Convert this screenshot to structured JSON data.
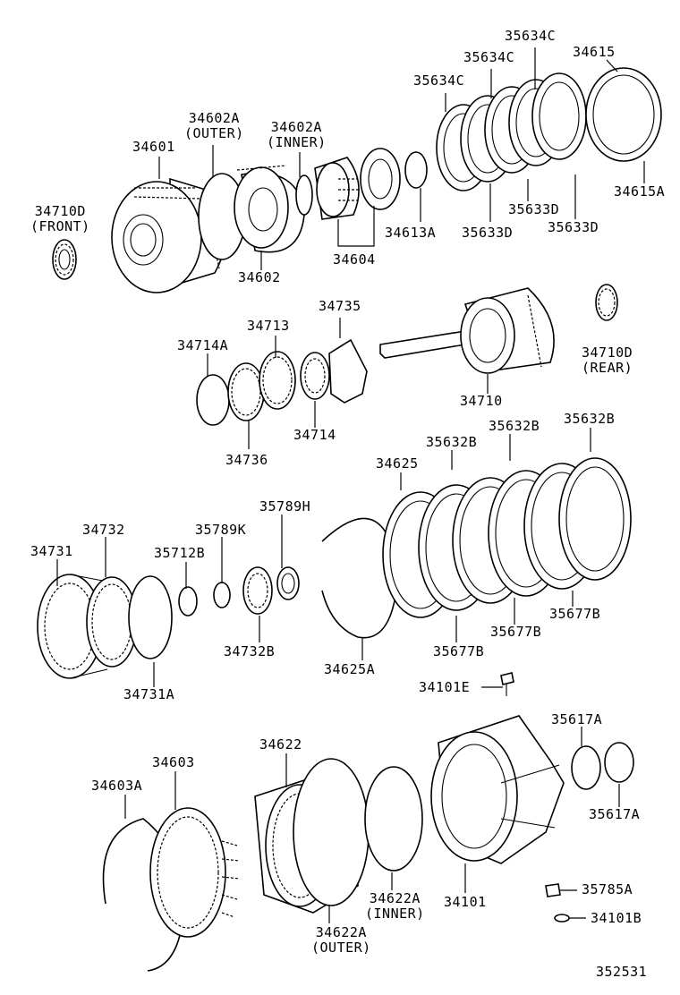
{
  "diagram": {
    "drawing_number": "352531",
    "callouts": {
      "p35634c_a": "35634C",
      "p35634c_b": "35634C",
      "p35634c_c": "35634C",
      "p34615": "34615",
      "p34602a_outer": "34602A",
      "p34602a_outer_note": "(OUTER)",
      "p34602a_inner": "34602A",
      "p34602a_inner_note": "(INNER)",
      "p34601": "34601",
      "p34710d_front": "34710D",
      "p34710d_front_note": "(FRONT)",
      "p34615a": "34615A",
      "p34613a": "34613A",
      "p35633d_a": "35633D",
      "p35633d_b": "35633D",
      "p35633d_c": "35633D",
      "p34604": "34604",
      "p34602": "34602",
      "p34735": "34735",
      "p34713": "34713",
      "p34714a": "34714A",
      "p34710d_rear": "34710D",
      "p34710d_rear_note": "(REAR)",
      "p34710": "34710",
      "p34714": "34714",
      "p34736": "34736",
      "p35632b_a": "35632B",
      "p35632b_b": "35632B",
      "p35632b_c": "35632B",
      "p34625": "34625",
      "p35789h": "35789H",
      "p34732": "34732",
      "p35789k": "35789K",
      "p34731": "34731",
      "p35712b": "35712B",
      "p35677b_a": "35677B",
      "p35677b_b": "35677B",
      "p35677b_c": "35677B",
      "p34732b": "34732B",
      "p34625a": "34625A",
      "p34731a": "34731A",
      "p34101e": "34101E",
      "p35617a_top": "35617A",
      "p35617a_bottom": "35617A",
      "p34622": "34622",
      "p34603": "34603",
      "p34603a": "34603A",
      "p34622a_inner": "34622A",
      "p34622a_inner_note": "(INNER)",
      "p34101": "34101",
      "p35785a": "35785A",
      "p34101b": "34101B",
      "p34622a_outer": "34622A",
      "p34622a_outer_note": "(OUTER)"
    }
  }
}
